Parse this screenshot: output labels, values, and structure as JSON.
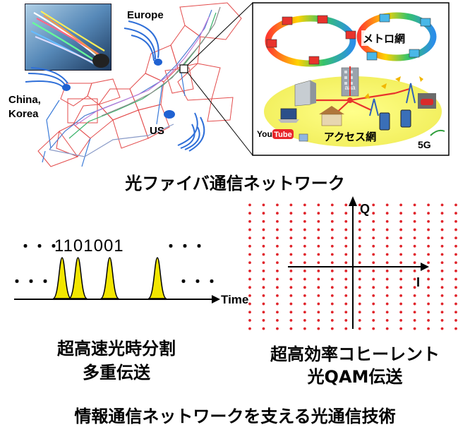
{
  "map": {
    "labels": {
      "europe": "Europe",
      "china_korea_1": "China,",
      "china_korea_2": "Korea",
      "us": "US"
    }
  },
  "inset": {
    "metro_label": "メトロ網",
    "access_label": "アクセス網",
    "tower_label": "aaa",
    "youtube_you": "You",
    "youtube_tube": "Tube",
    "fiveg": "5G"
  },
  "captions": {
    "network": "光ファイバ通信ネットワーク",
    "otdm_line1": "超高速光時分割",
    "otdm_line2": "多重伝送",
    "qam_line1": "超高効率コヒーレント",
    "qam_line2": "光QAM伝送",
    "footer": "情報通信ネットワークを支える光通信技術"
  },
  "otdm": {
    "bits": "1101001",
    "dots_left": "・・・",
    "dots_right": "・・・",
    "dots_side_left": "・・・",
    "dots_side_right": "・・・",
    "time_label": "Time",
    "pulse_color": "#f2e600"
  },
  "constellation": {
    "q_label": "Q",
    "i_label": "I",
    "dot_color": "#e0232a",
    "grid_size": 16
  }
}
